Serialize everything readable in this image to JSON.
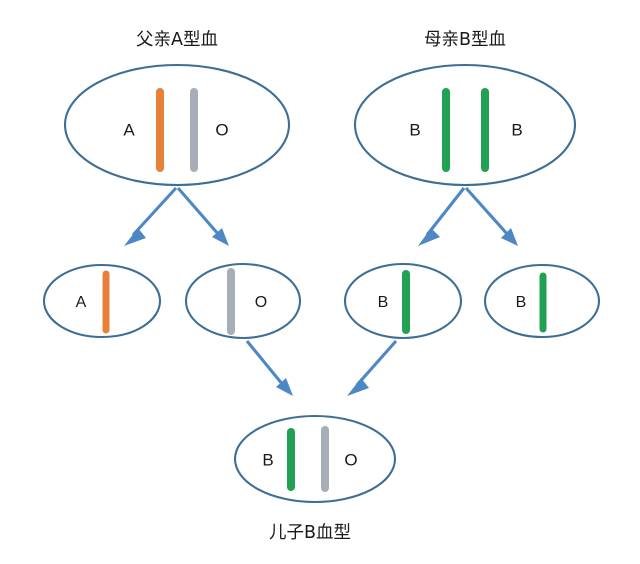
{
  "diagram": {
    "type": "genetics-inheritance-punnett",
    "background_color": "#ffffff",
    "colors": {
      "cell_outline": "#3d6e96",
      "arrow": "#4d88c4",
      "allele_a_chromosome": "#e7813a",
      "allele_o_chromosome": "#a7aeb8",
      "allele_b_chromosome": "#21a154",
      "text": "#1a1a1a"
    },
    "father": {
      "caption": "父亲A型血",
      "genotype": "AO",
      "alleles": [
        {
          "label": "A",
          "color_name": "orange"
        },
        {
          "label": "O",
          "color_name": "gray"
        }
      ]
    },
    "mother": {
      "caption": "母亲B型血",
      "genotype": "BB",
      "alleles": [
        {
          "label": "B",
          "color_name": "green"
        },
        {
          "label": "B",
          "color_name": "green"
        }
      ]
    },
    "gametes": [
      {
        "label": "A",
        "color_name": "orange",
        "parent": "father"
      },
      {
        "label": "O",
        "color_name": "gray",
        "parent": "father"
      },
      {
        "label": "B",
        "color_name": "green",
        "parent": "mother"
      },
      {
        "label": "B",
        "color_name": "green",
        "parent": "mother"
      }
    ],
    "child": {
      "caption": "儿子B血型",
      "genotype": "BO",
      "alleles": [
        {
          "label": "B",
          "color_name": "green"
        },
        {
          "label": "O",
          "color_name": "gray"
        }
      ]
    }
  }
}
